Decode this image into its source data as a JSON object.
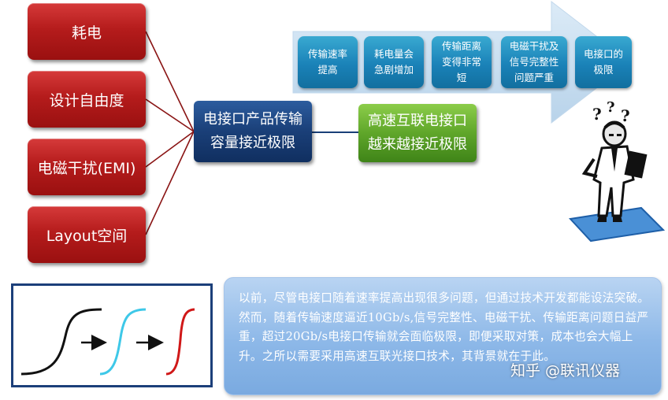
{
  "left_factors": [
    "耗电",
    "设计自由度",
    "电磁干扰(EMI)",
    "Layout空间"
  ],
  "center_box": {
    "line1": "电接口产品传输",
    "line2": "容量接近极限"
  },
  "right_box": {
    "line1": "高速互联电接口",
    "line2": "越来越接近极限"
  },
  "arrow_steps": [
    {
      "line1": "传输速率",
      "line2": "提高",
      "line3": ""
    },
    {
      "line1": "耗电量会",
      "line2": "急剧增加",
      "line3": ""
    },
    {
      "line1": "传输距离",
      "line2": "变得非常",
      "line3": "短"
    },
    {
      "line1": "电磁干扰及",
      "line2": "信号完整性",
      "line3": "问题严重"
    },
    {
      "line1": "电接口的",
      "line2": "极限",
      "line3": ""
    }
  ],
  "description": "以前，尽管电接口随着速率提高出现很多问题，但通过技术开发都能设法突破。然而，随着传输速度逼近10Gb/s,信号完整性、电磁干扰、传输距离问题日益严重，超过20Gb/s电接口传输就会面临极限，即便采取对策，成本也会大幅上升。之所以需要采用高速互联光接口技术，其背景就在于此。",
  "watermark": "知乎 @联讯仪器",
  "colors": {
    "red": "#b51c1c",
    "navy": "#1a3f78",
    "green": "#5fa62a",
    "teal": "#1a82b8",
    "arrow": "#c9dff0",
    "curve_black": "#111111",
    "curve_cyan": "#3ec8e8",
    "curve_red": "#d01818"
  },
  "icons": [
    "question-marks-thinker-icon"
  ]
}
